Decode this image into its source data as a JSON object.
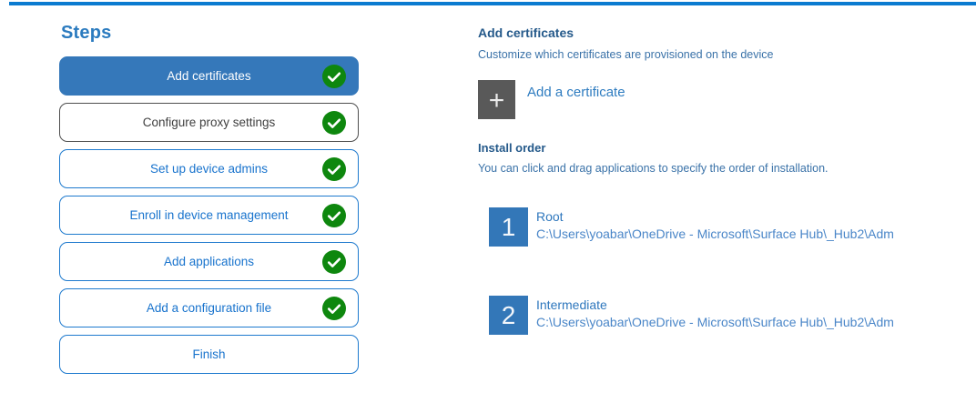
{
  "colors": {
    "accent_blue": "#0b7bd0",
    "selected_step_bg": "#3578ba",
    "check_green": "#0e870e",
    "step_text_blue": "#1873cd",
    "heading_blue": "#24598a",
    "body_blue": "#3a72a8",
    "plus_button_gray": "#595959",
    "order_square_blue": "#3377b8"
  },
  "steps_panel": {
    "title": "Steps",
    "items": [
      {
        "label": "Add certificates",
        "state": "selected",
        "checked": true
      },
      {
        "label": "Configure proxy settings",
        "state": "neutral",
        "checked": true
      },
      {
        "label": "Set up device admins",
        "state": "active",
        "checked": true
      },
      {
        "label": "Enroll in device management",
        "state": "active",
        "checked": true
      },
      {
        "label": "Add applications",
        "state": "active",
        "checked": true
      },
      {
        "label": "Add a configuration file",
        "state": "active",
        "checked": true
      },
      {
        "label": "Finish",
        "state": "active",
        "checked": false
      }
    ]
  },
  "content": {
    "title": "Add certificates",
    "subtitle": "Customize which certificates are provisioned on the device",
    "add_certificate": {
      "plus_glyph": "+",
      "label": "Add a certificate"
    },
    "install_order": {
      "title": "Install order",
      "description": "You can click and drag applications to specify the order of installation.",
      "items": [
        {
          "number": "1",
          "name": "Root",
          "path": "C:\\Users\\yoabar\\OneDrive - Microsoft\\Surface Hub\\_Hub2\\Adm"
        },
        {
          "number": "2",
          "name": "Intermediate",
          "path": "C:\\Users\\yoabar\\OneDrive - Microsoft\\Surface Hub\\_Hub2\\Adm"
        }
      ]
    }
  }
}
